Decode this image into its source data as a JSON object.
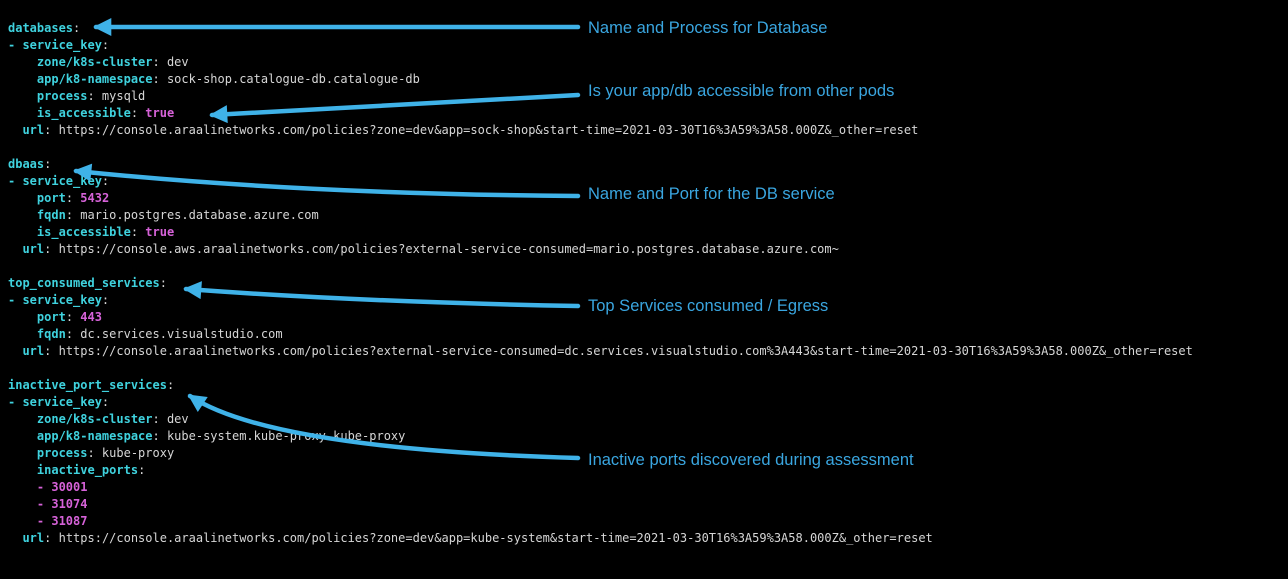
{
  "colors": {
    "background": "#000000",
    "key": "#3fd2de",
    "value": "#d6d6d6",
    "number": "#d662d8",
    "arrow": "#3fb2e8",
    "annotation": "#3aa6e0"
  },
  "terminal": {
    "lines": [
      [
        [
          "k",
          "databases"
        ],
        [
          "p",
          ":"
        ]
      ],
      [
        [
          "k",
          "- service_key"
        ],
        [
          "p",
          ":"
        ]
      ],
      [
        [
          "p",
          "    "
        ],
        [
          "k",
          "zone/k8s-cluster"
        ],
        [
          "p",
          ": dev"
        ]
      ],
      [
        [
          "p",
          "    "
        ],
        [
          "k",
          "app/k8-namespace"
        ],
        [
          "p",
          ": sock-shop.catalogue-db.catalogue-db"
        ]
      ],
      [
        [
          "p",
          "    "
        ],
        [
          "k",
          "process"
        ],
        [
          "p",
          ": mysqld"
        ]
      ],
      [
        [
          "p",
          "    "
        ],
        [
          "k",
          "is_accessible"
        ],
        [
          "p",
          ": "
        ],
        [
          "m",
          "true"
        ]
      ],
      [
        [
          "p",
          "  "
        ],
        [
          "k",
          "url"
        ],
        [
          "p",
          ": https://console.araalinetworks.com/policies?zone=dev&app=sock-shop&start-time=2021-03-30T16%3A59%3A58.000Z&_other=reset"
        ]
      ],
      [],
      [
        [
          "k",
          "dbaas"
        ],
        [
          "p",
          ":"
        ]
      ],
      [
        [
          "k",
          "- service_key"
        ],
        [
          "p",
          ":"
        ]
      ],
      [
        [
          "p",
          "    "
        ],
        [
          "k",
          "port"
        ],
        [
          "p",
          ": "
        ],
        [
          "m",
          "5432"
        ]
      ],
      [
        [
          "p",
          "    "
        ],
        [
          "k",
          "fqdn"
        ],
        [
          "p",
          ": mario.postgres.database.azure.com"
        ]
      ],
      [
        [
          "p",
          "    "
        ],
        [
          "k",
          "is_accessible"
        ],
        [
          "p",
          ": "
        ],
        [
          "m",
          "true"
        ]
      ],
      [
        [
          "p",
          "  "
        ],
        [
          "k",
          "url"
        ],
        [
          "p",
          ": https://console.aws.araalinetworks.com/policies?external-service-consumed=mario.postgres.database.azure.com~"
        ]
      ],
      [],
      [
        [
          "k",
          "top_consumed_services"
        ],
        [
          "p",
          ":"
        ]
      ],
      [
        [
          "k",
          "- service_key"
        ],
        [
          "p",
          ":"
        ]
      ],
      [
        [
          "p",
          "    "
        ],
        [
          "k",
          "port"
        ],
        [
          "p",
          ": "
        ],
        [
          "m",
          "443"
        ]
      ],
      [
        [
          "p",
          "    "
        ],
        [
          "k",
          "fqdn"
        ],
        [
          "p",
          ": dc.services.visualstudio.com"
        ]
      ],
      [
        [
          "p",
          "  "
        ],
        [
          "k",
          "url"
        ],
        [
          "p",
          ": https://console.araalinetworks.com/policies?external-service-consumed=dc.services.visualstudio.com%3A443&start-time=2021-03-30T16%3A59%3A58.000Z&_other=reset"
        ]
      ],
      [],
      [
        [
          "k",
          "inactive_port_services"
        ],
        [
          "p",
          ":"
        ]
      ],
      [
        [
          "k",
          "- service_key"
        ],
        [
          "p",
          ":"
        ]
      ],
      [
        [
          "p",
          "    "
        ],
        [
          "k",
          "zone/k8s-cluster"
        ],
        [
          "p",
          ": dev"
        ]
      ],
      [
        [
          "p",
          "    "
        ],
        [
          "k",
          "app/k8-namespace"
        ],
        [
          "p",
          ": kube-system.kube-proxy.kube-proxy"
        ]
      ],
      [
        [
          "p",
          "    "
        ],
        [
          "k",
          "process"
        ],
        [
          "p",
          ": kube-proxy"
        ]
      ],
      [
        [
          "p",
          "    "
        ],
        [
          "k",
          "inactive_ports"
        ],
        [
          "p",
          ":"
        ]
      ],
      [
        [
          "p",
          "    "
        ],
        [
          "m",
          "- 30001"
        ]
      ],
      [
        [
          "p",
          "    "
        ],
        [
          "m",
          "- 31074"
        ]
      ],
      [
        [
          "p",
          "    "
        ],
        [
          "m",
          "- 31087"
        ]
      ],
      [
        [
          "p",
          "  "
        ],
        [
          "k",
          "url"
        ],
        [
          "p",
          ": https://console.araalinetworks.com/policies?zone=dev&app=kube-system&start-time=2021-03-30T16%3A59%3A58.000Z&_other=reset"
        ]
      ]
    ]
  },
  "annotations": [
    {
      "label": "Name and Process for Database"
    },
    {
      "label": "Is your app/db accessible from other pods"
    },
    {
      "label": "Name and Port for the DB service"
    },
    {
      "label": "Top Services consumed / Egress"
    },
    {
      "label": "Inactive ports discovered during assessment"
    }
  ]
}
